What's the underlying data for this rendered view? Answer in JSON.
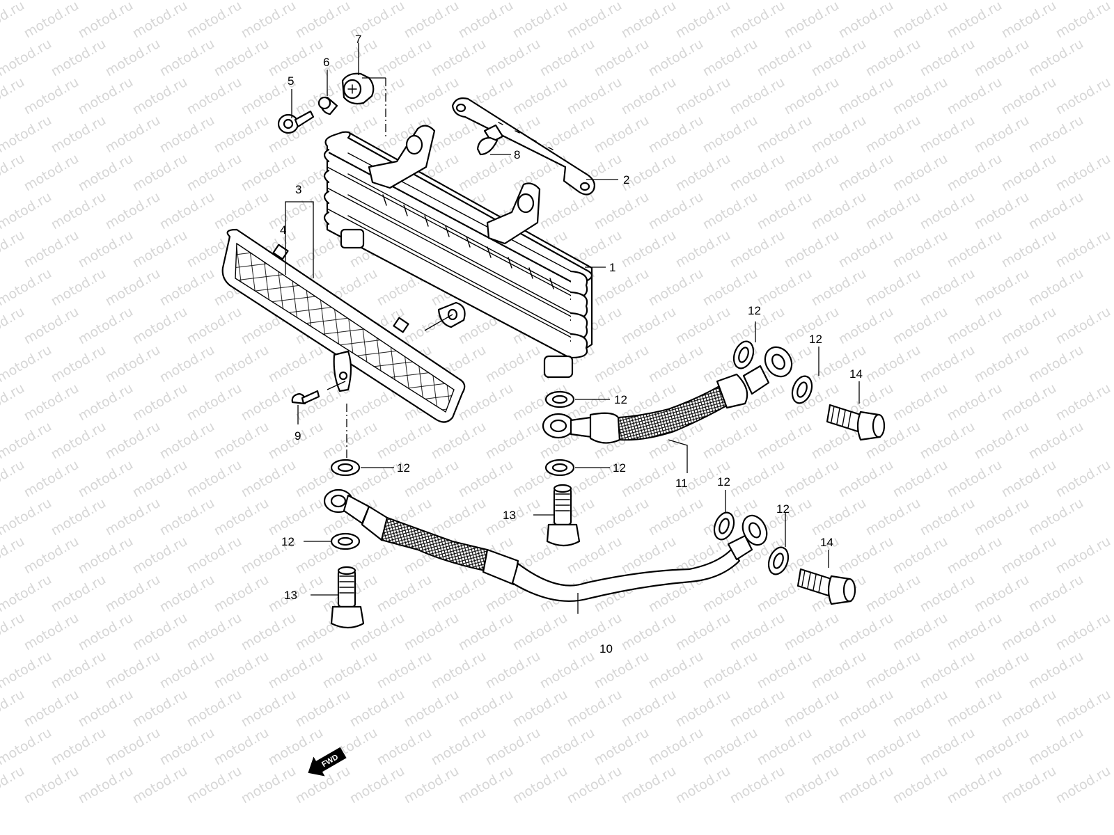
{
  "watermark": "motod.ru",
  "fwd_label": "FWD",
  "callouts": [
    {
      "id": "c1",
      "label": "1"
    },
    {
      "id": "c2",
      "label": "2"
    },
    {
      "id": "c3",
      "label": "3"
    },
    {
      "id": "c4",
      "label": "4"
    },
    {
      "id": "c5",
      "label": "5"
    },
    {
      "id": "c6",
      "label": "6"
    },
    {
      "id": "c7",
      "label": "7"
    },
    {
      "id": "c8",
      "label": "8"
    },
    {
      "id": "c9",
      "label": "9"
    },
    {
      "id": "c10",
      "label": "10"
    },
    {
      "id": "c11",
      "label": "11"
    },
    {
      "id": "c12a",
      "label": "12"
    },
    {
      "id": "c12b",
      "label": "12"
    },
    {
      "id": "c12c",
      "label": "12"
    },
    {
      "id": "c12d",
      "label": "12"
    },
    {
      "id": "c12e",
      "label": "12"
    },
    {
      "id": "c12f",
      "label": "12"
    },
    {
      "id": "c12g",
      "label": "12"
    },
    {
      "id": "c12h",
      "label": "12"
    },
    {
      "id": "c13a",
      "label": "13"
    },
    {
      "id": "c13b",
      "label": "13"
    },
    {
      "id": "c14a",
      "label": "14"
    },
    {
      "id": "c14b",
      "label": "14"
    }
  ]
}
